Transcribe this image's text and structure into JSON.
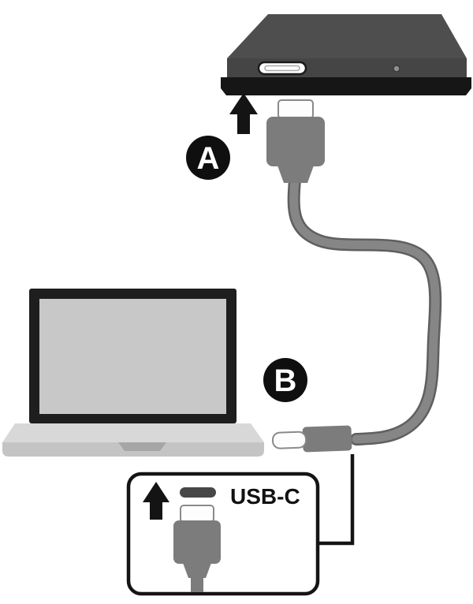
{
  "diagram": {
    "labels": {
      "step_a": "A",
      "step_b": "B",
      "callout_port": "USB-C"
    },
    "icons": {
      "external_drive": "external-drive-illustration",
      "drive_port": "usb-port-slot",
      "drive_led": "status-led-dot",
      "insert_arrow": "arrow-up-icon",
      "top_plug": "usb-c-plug-vertical",
      "cable": "usb-cable",
      "laptop": "laptop-illustration",
      "side_plug": "usb-c-plug-horizontal",
      "callout_arrow": "arrow-up-icon",
      "callout_port_pill": "usb-c-port-icon",
      "callout_plug": "usb-c-plug-vertical"
    },
    "colors": {
      "background": "#ffffff",
      "outline": "#141414",
      "drive_top": "#4e4e4e",
      "drive_front": "#454545",
      "drive_base": "#161616",
      "port_fill": "#ffffff",
      "port_inner": "#a8a8a8",
      "led_fill": "#8f8f8f",
      "connector_body": "#7c7c7c",
      "connector_tip": "#fdfdfd",
      "connector_tip_stroke": "#8a8a8a",
      "cable_outer": "#5f5f5f",
      "cable_inner": "#868686",
      "laptop_bezel": "#1e1e1e",
      "laptop_screen": "#c8c8c8",
      "laptop_deck": "#d8d8d8",
      "laptop_apron": "#c4c4c4",
      "laptop_notch": "#a6a6a6",
      "badge_fill": "#0f0f0f",
      "badge_text": "#ffffff",
      "callout_pill": "#474747",
      "label_text": "#111111"
    }
  }
}
